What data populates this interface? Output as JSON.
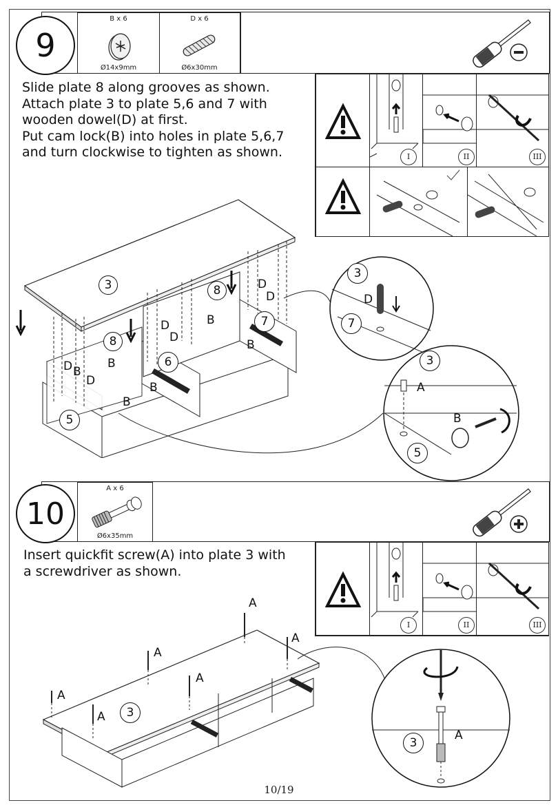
{
  "page": {
    "number": "10/19"
  },
  "step9": {
    "number": "9",
    "parts": [
      {
        "qty": "B x 6",
        "size": "Ø14x9mm",
        "icon": "cam-lock-icon"
      },
      {
        "qty": "D x 6",
        "size": "Ø6x30mm",
        "icon": "wooden-dowel-icon"
      }
    ],
    "tool": "flathead-screwdriver-icon",
    "instructions": [
      "Slide plate 8 along grooves as shown.",
      "Attach plate 3 to plate 5,6 and 7 with",
      "wooden dowel(D) at first.",
      "Put cam lock(B) into holes in plate 5,6,7",
      "and turn clockwise to tighten as shown."
    ],
    "caution_roman": [
      "I",
      "II",
      "III"
    ],
    "diagram_labels": {
      "plate3": "3",
      "plate5": "5",
      "plate6": "6",
      "plate7": "7",
      "plate8": "8",
      "letter_b": "B",
      "letter_d": "D",
      "letter_a": "A"
    }
  },
  "step10": {
    "number": "10",
    "parts": [
      {
        "qty": "A x 6",
        "size": "Ø6x35mm",
        "icon": "quickfit-screw-icon"
      }
    ],
    "tool": "phillips-screwdriver-icon",
    "instructions": [
      "Insert quickfit screw(A) into plate 3 with",
      "a screwdriver as shown."
    ],
    "caution_roman": [
      "I",
      "II",
      "III"
    ],
    "diagram_labels": {
      "plate3": "3",
      "letter_a": "A"
    }
  }
}
